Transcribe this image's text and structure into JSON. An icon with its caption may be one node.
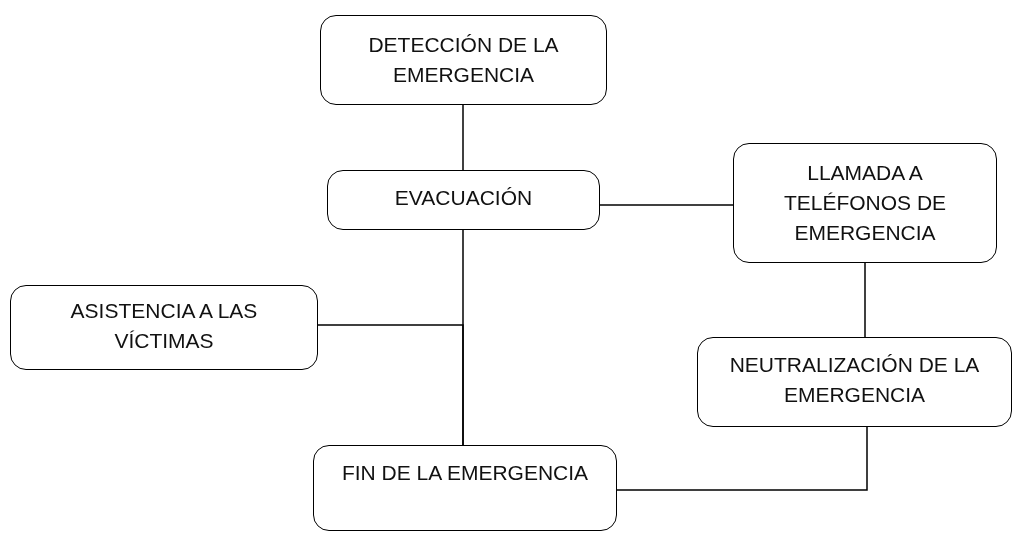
{
  "diagram": {
    "nodes": [
      {
        "text": [
          "DETECCIÓN DE LA EMERGENCIA"
        ]
      },
      {
        "text": [
          "EVACUACIÓN"
        ]
      },
      {
        "text": [
          "LLAMADA A TELÉFONOS DE EMERGENCIA"
        ]
      },
      {
        "text": [
          "ASISTENCIA A LAS VÍCTIMAS"
        ]
      },
      {
        "text": [
          "NEUTRALIZACIÓN DE LA EMERGENCIA"
        ]
      },
      {
        "text": [
          "FIN DE LA EMERGENCIA"
        ]
      }
    ],
    "edges": [
      {
        "from": 0,
        "to": 1,
        "arrow": "none"
      },
      {
        "from": 1,
        "to": 2,
        "arrow": "none"
      },
      {
        "from": 1,
        "to": 5,
        "arrow": "none"
      },
      {
        "from": 3,
        "to": 5,
        "arrow": "none"
      },
      {
        "from": 2,
        "to": 4,
        "arrow": "none"
      },
      {
        "from": 4,
        "to": 5,
        "arrow": "none"
      }
    ]
  }
}
